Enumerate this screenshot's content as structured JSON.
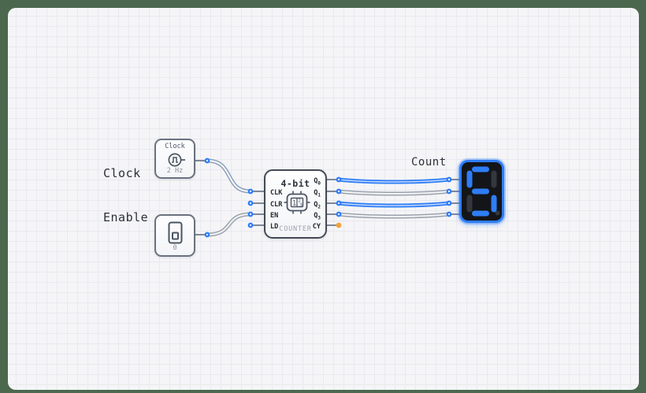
{
  "colors": {
    "frame_green": "#4b684f",
    "canvas_bg": "#f5f5f7",
    "grid_line": "#e9e9ef",
    "wire_high": "#2f7df6",
    "wire_high_core": "#bdd6fd",
    "wire_low_stroke": "#9aa2ad",
    "wire_low_core": "#f2f3f5",
    "clock_wire_stroke": "#8da1bb",
    "clock_wire_core": "#fdfdfe",
    "stub": "#7f8896",
    "port_dot": "#2f7df6",
    "port_dot_core": "#e3edfe",
    "cy_dot": "#f2a33c",
    "box_border": "#6a7280",
    "counter_border": "#434a55",
    "seg_on": "#2f7df6",
    "seg_off": "#33373e",
    "display_bg": "#131519",
    "display_border": "#2f7df6",
    "text_dark": "#4b5563",
    "text_muted": "#8a919c",
    "counter_sub": "#9aa3b0",
    "label": "#2b3038"
  },
  "annotations": {
    "clock_label": "Clock",
    "enable_label": "Enable",
    "count_label": "Count"
  },
  "clock": {
    "title": "Clock",
    "frequency": "2 Hz"
  },
  "enable": {
    "value": "0"
  },
  "counter": {
    "title": "4-bit",
    "subtitle": "COUNTER",
    "inputs": [
      "CLK",
      "CLR",
      "EN",
      "LD"
    ],
    "outputs": [
      {
        "base": "Q",
        "sub": "0"
      },
      {
        "base": "Q",
        "sub": "1"
      },
      {
        "base": "Q",
        "sub": "2"
      },
      {
        "base": "Q",
        "sub": "3"
      },
      {
        "base": "CY",
        "sub": ""
      }
    ]
  },
  "display": {
    "type": "seven-segment",
    "digit": "5",
    "segments_on": "a,f,g,c,d",
    "decimal_point": "off"
  },
  "signals": {
    "q0": 1,
    "q1": 0,
    "q2": 1,
    "q3": 0,
    "enable": 0
  }
}
